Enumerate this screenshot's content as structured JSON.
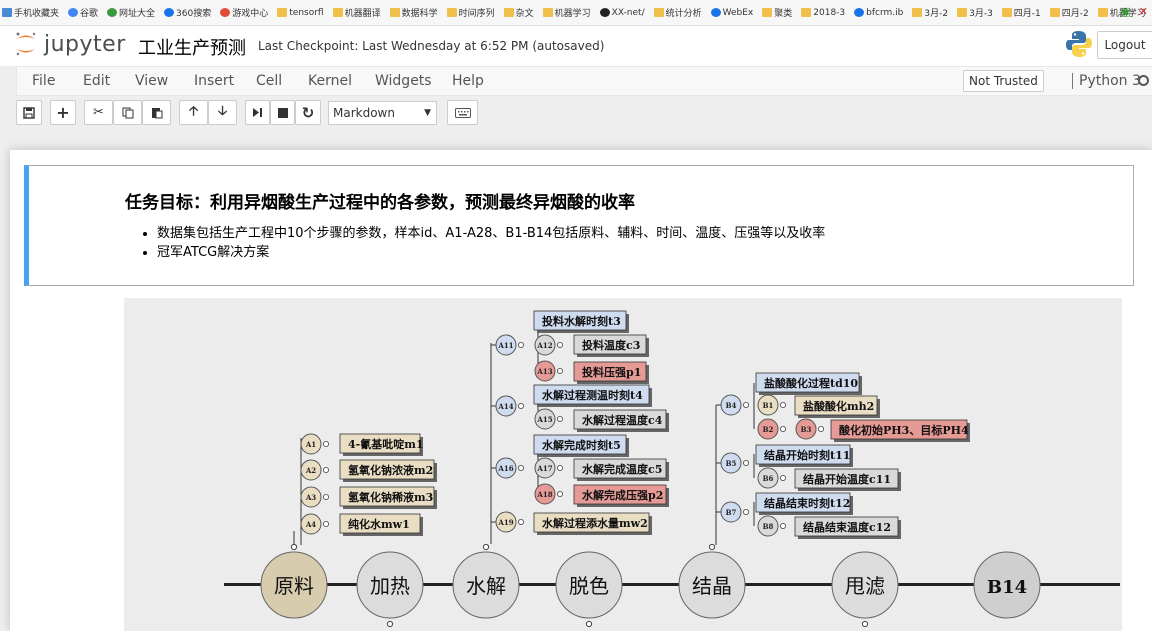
{
  "bookmarks": [
    "手机收藏夹",
    "谷歌",
    "网址大全",
    "360搜索",
    "游戏中心",
    "tensorfl",
    "机器翻译",
    "数据科学",
    "时间序列",
    "杂文",
    "机器学习",
    "XX-net/",
    "统计分析",
    "WebEx",
    "聚类",
    "2018-3",
    "bfcrm.ib",
    "3月-2",
    "3月-3",
    "四月-1",
    "四月-2",
    "机器学习"
  ],
  "header": {
    "logo_text": "jupyter",
    "notebook_title": "工业生产预测",
    "checkpoint": "Last Checkpoint: Last Wednesday at 6:52 PM (autosaved)",
    "logout_label": "Logout"
  },
  "menu": [
    "File",
    "Edit",
    "View",
    "Insert",
    "Cell",
    "Kernel",
    "Widgets",
    "Help"
  ],
  "trust_label": "Not Trusted",
  "kernel_label": "Python 3",
  "toolbar": {
    "cell_type": "Markdown",
    "buttons": [
      "save-icon",
      "plus-icon",
      "scissors-icon",
      "copy-icon",
      "paste-icon",
      "arrow-up-icon",
      "arrow-down-icon",
      "step-forward-icon",
      "stop-icon",
      "restart-icon",
      "keyboard-icon"
    ]
  },
  "markdown_cell": {
    "title": "任务目标：利用异烟酸生产过程中的各参数，预测最终异烟酸的收率",
    "bullets": [
      "数据集包括生产工程中10个步骤的参数，样本id、A1-A28、B1-B14包括原料、辅料、时间、温度、压强等以及收率",
      "冠军ATCG解决方案"
    ]
  },
  "diagram": {
    "stages": [
      "原料",
      "加热",
      "水解",
      "脱色",
      "结晶",
      "甩滤",
      "B14"
    ],
    "yuanliao": [
      {
        "id": "A1",
        "label": "4-氰基吡啶m1"
      },
      {
        "id": "A2",
        "label": "氢氧化钠浓液m2"
      },
      {
        "id": "A3",
        "label": "氢氧化钠稀液m3"
      },
      {
        "id": "A4",
        "label": "纯化水mw1"
      }
    ],
    "shuijie": [
      {
        "id": "A11",
        "label": "投料水解时刻t3"
      },
      {
        "id": "A12",
        "label": "投料温度c3"
      },
      {
        "id": "A13",
        "label": "投料压强p1"
      },
      {
        "id": "A14",
        "label": "水解过程测温时刻t4"
      },
      {
        "id": "A15",
        "label": "水解过程温度c4"
      },
      {
        "id": "A16",
        "label": "水解完成时刻t5"
      },
      {
        "id": "A17",
        "label": "水解完成温度c5"
      },
      {
        "id": "A18",
        "label": "水解完成压强p2"
      },
      {
        "id": "A19",
        "label": "水解过程添水量mw2"
      }
    ],
    "jiejing": [
      {
        "id": "B4",
        "label": "盐酸酸化过程td10"
      },
      {
        "id": "B1",
        "label": "盐酸酸化mh2"
      },
      {
        "id": "B2",
        "label": ""
      },
      {
        "id": "B3",
        "label": "酸化初始PH3、目标PH4"
      },
      {
        "id": "B5",
        "label": "结晶开始时刻t11"
      },
      {
        "id": "B6",
        "label": "结晶开始温度c11"
      },
      {
        "id": "B7",
        "label": "结晶结束时刻t12"
      },
      {
        "id": "B8",
        "label": "结晶结束温度c12"
      }
    ]
  }
}
